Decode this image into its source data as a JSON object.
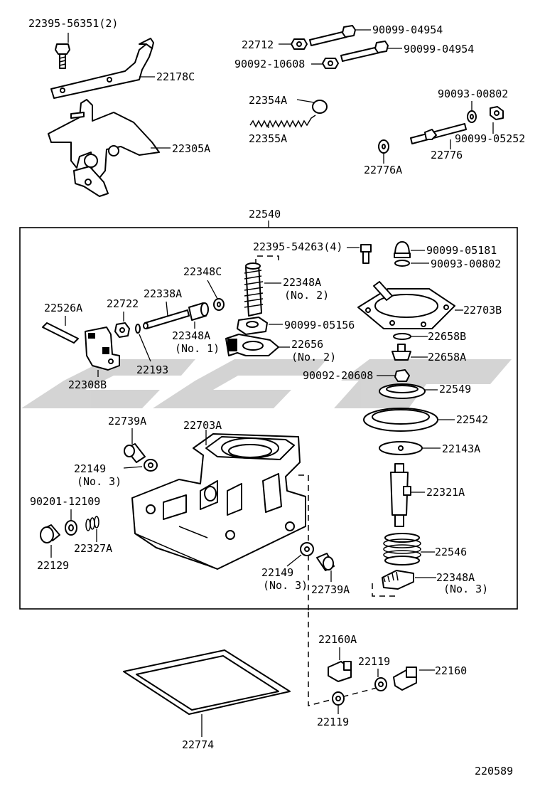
{
  "diagram_id": "220589",
  "assembly_label": "22540",
  "watermark_color": "#cfcfcf",
  "labels": {
    "l22395_56351": "22395-56351(2)",
    "l22178C": "22178C",
    "l22305A": "22305A",
    "l22712": "22712",
    "l90099_04954_a": "90099-04954",
    "l90099_04954_b": "90099-04954",
    "l90092_10608": "90092-10608",
    "l22354A": "22354A",
    "l22355A": "22355A",
    "l90093_00802_a": "90093-00802",
    "l90099_05252": "90099-05252",
    "l22776": "22776",
    "l22776A": "22776A",
    "l22395_54263": "22395-54263(4)",
    "l90099_05181": "90099-05181",
    "l90093_00802_b": "90093-00802",
    "l22348C": "22348C",
    "l22348A_2_a": "22348A",
    "l22348A_2_b": "(No. 2)",
    "l22703B": "22703B",
    "l22526A": "22526A",
    "l22722": "22722",
    "l22338A": "22338A",
    "l90099_05156": "90099-05156",
    "l22348A_1_a": "22348A",
    "l22348A_1_b": "(No. 1)",
    "l22658B": "22658B",
    "l22656_a": "22656",
    "l22656_b": "(No. 2)",
    "l22658A": "22658A",
    "l22193": "22193",
    "l22308B": "22308B",
    "l90092_20608": "90092-20608",
    "l22549": "22549",
    "l22542": "22542",
    "l22739A_a": "22739A",
    "l22703A": "22703A",
    "l22143A": "22143A",
    "l22149_a": "22149",
    "l22149_a_no": "(No. 3)",
    "l22321A": "22321A",
    "l90201_12109": "90201-12109",
    "l22327A": "22327A",
    "l22129": "22129",
    "l22546": "22546",
    "l22149_b": "22149",
    "l22149_b_no": "(No. 3)",
    "l22739A_b": "22739A",
    "l22348A_3_a": "22348A",
    "l22348A_3_b": "(No. 3)",
    "l22160A": "22160A",
    "l22119_a": "22119",
    "l22160": "22160",
    "l22119_b": "22119",
    "l22774": "22774"
  }
}
